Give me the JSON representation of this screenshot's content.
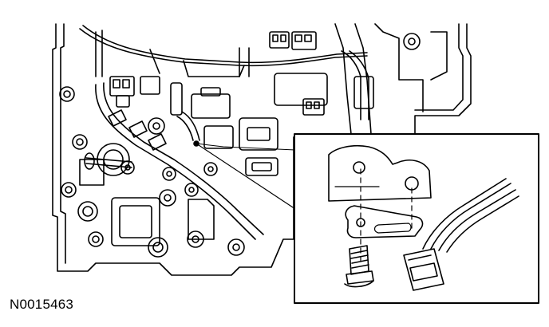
{
  "figure": {
    "id_label": "N0015463",
    "line_color": "#000000",
    "background_color": "#ffffff",
    "icons": [
      "valve-body-drawing",
      "bracket-detail-inset",
      "bolt-icon",
      "connector-icon"
    ]
  }
}
